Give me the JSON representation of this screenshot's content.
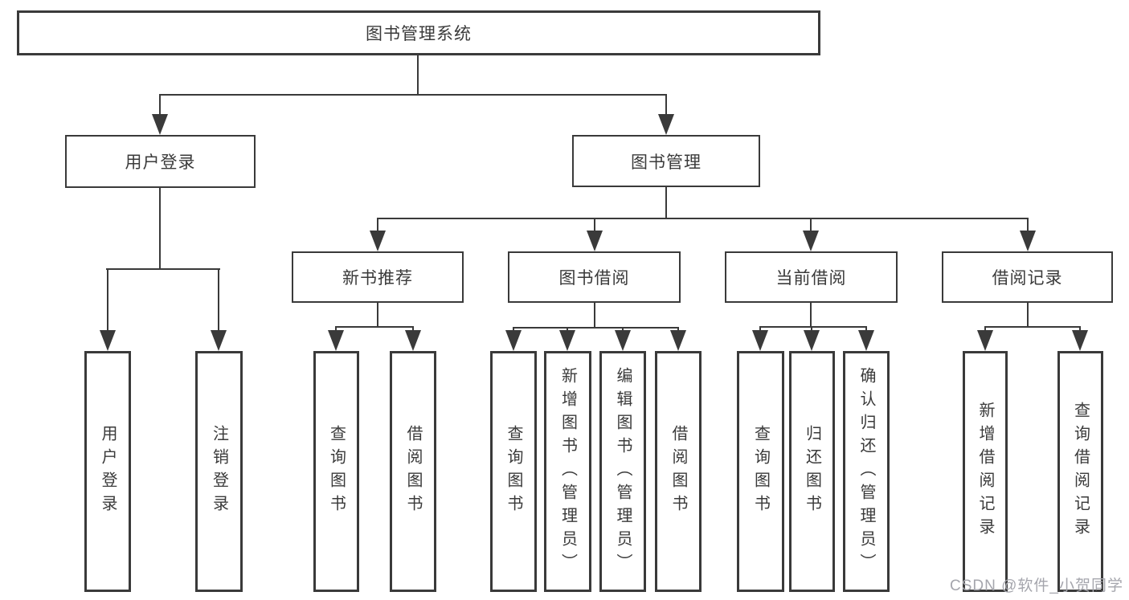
{
  "colors": {
    "line": "#3a3a3a",
    "text": "#3a3a3a",
    "background": "#ffffff",
    "watermark": "#a5a6ad"
  },
  "diagram": {
    "title": "图书管理系统",
    "level2": {
      "user_login": "用户登录",
      "book_management": "图书管理"
    },
    "level3": {
      "new_book": "新书推荐",
      "book_borrow": "图书借阅",
      "current_borrow": "当前借阅",
      "borrow_record": "借阅记录"
    },
    "leaves": {
      "user_login": [
        "用户登录",
        "注销登录"
      ],
      "new_book": [
        "查询图书",
        "借阅图书"
      ],
      "book_borrow": [
        "查询图书",
        "新增图书（管理员）",
        "编辑图书（管理员）",
        "借阅图书"
      ],
      "current_borrow": [
        "查询图书",
        "归还图书",
        "确认归还（管理员）"
      ],
      "borrow_record": [
        "新增借阅记录",
        "查询借阅记录"
      ]
    }
  },
  "watermark": {
    "text": "CSDN @软件_小贺同学"
  }
}
